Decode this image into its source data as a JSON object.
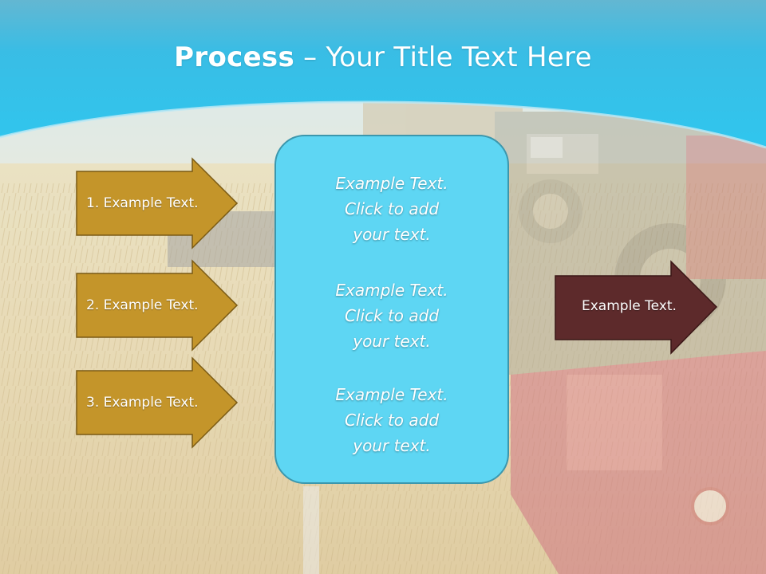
{
  "slide": {
    "title_bold": "Process",
    "title_rest": " – Your Title Text Here"
  },
  "left_arrows": [
    {
      "label": "1. Example Text."
    },
    {
      "label": "2. Example Text."
    },
    {
      "label": "3. Example Text."
    }
  ],
  "center_panel": {
    "blocks": [
      {
        "line1": "Example Text.",
        "line2": "Click  to add",
        "line3": "your text."
      },
      {
        "line1": "Example Text.",
        "line2": "Click  to add",
        "line3": "your text."
      },
      {
        "line1": "Example Text.",
        "line2": "Click  to add",
        "line3": "your text."
      }
    ]
  },
  "right_arrow": {
    "label": "Example Text."
  },
  "colors": {
    "header_blue": "#3cc0e3",
    "arrow_gold": "#c4952a",
    "arrow_maroon": "#5d2a2b",
    "panel_fill": "#5ed6f3"
  }
}
